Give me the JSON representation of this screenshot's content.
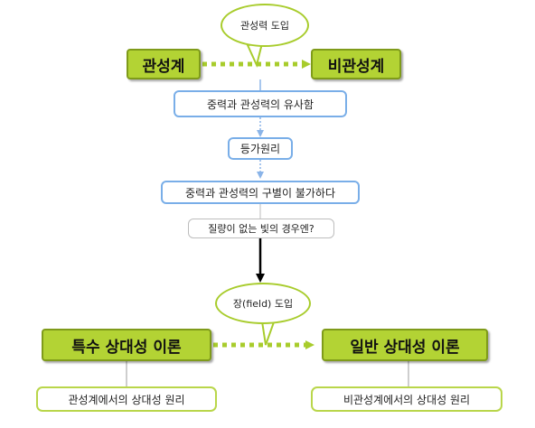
{
  "nodes": {
    "inertial_frame": "관성계",
    "noninertial_frame": "비관성계",
    "gravity_inertia_similarity": "중력과 관성력의 유사함",
    "equivalence_principle": "등가원리",
    "indistinguishable": "중력과 관성력의 구별이 불가하다",
    "massless_light_question": "질량이 없는 빛의 경우엔?",
    "special_relativity": "특수 상대성 이론",
    "general_relativity": "일반 상대성 이론",
    "relativity_in_inertial": "관성계에서의 상대성 원리",
    "relativity_in_noninertial": "비관성계에서의 상대성 원리"
  },
  "callouts": {
    "inertial_force_intro": "관성력 도입",
    "field_intro": "장(field) 도입"
  },
  "colors": {
    "green_fill": "#b3d334",
    "green_border": "#7f9b1a",
    "blue_border": "#79aee8",
    "gray_border": "#bdbdbd",
    "leaf_border": "#b9d64a",
    "arrow_green": "#a8cc2c",
    "arrow_blue": "#8ab4e8"
  }
}
